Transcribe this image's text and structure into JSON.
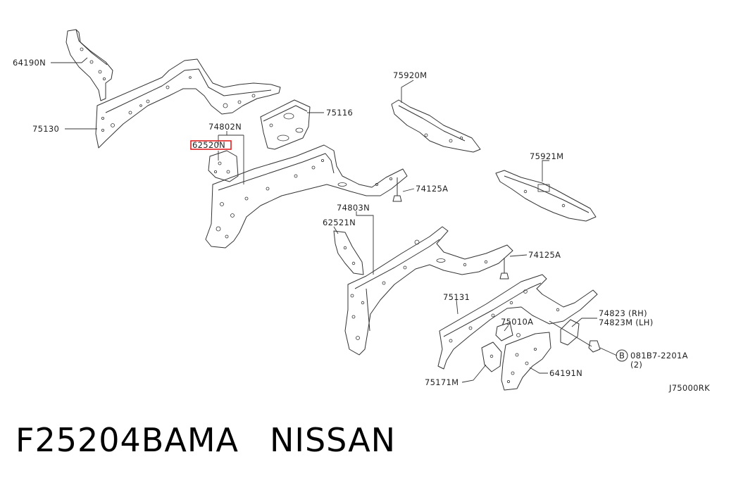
{
  "labels": {
    "p64190N": "64190N",
    "p75130": "75130",
    "p74802N": "74802N",
    "p62520N": "62520N",
    "p75116": "75116",
    "p75920M": "75920M",
    "p75921M": "75921M",
    "p74125A_1": "74125A",
    "p74803N": "74803N",
    "p62521N": "62521N",
    "p74125A_2": "74125A",
    "p75131": "75131",
    "p75010A": "75010A",
    "p74823": "74823 (RH)",
    "p74823M": "74823M (LH)",
    "bolt_marker": "B",
    "bolt_number": "081B7-2201A",
    "bolt_qty": "(2)",
    "p75171M": "75171M",
    "p64191N": "64191N",
    "diagram_code": "J75000RK"
  },
  "caption": {
    "part_number": "F25204BAMA",
    "brand": "NISSAN"
  },
  "highlight_color": "#e02020"
}
